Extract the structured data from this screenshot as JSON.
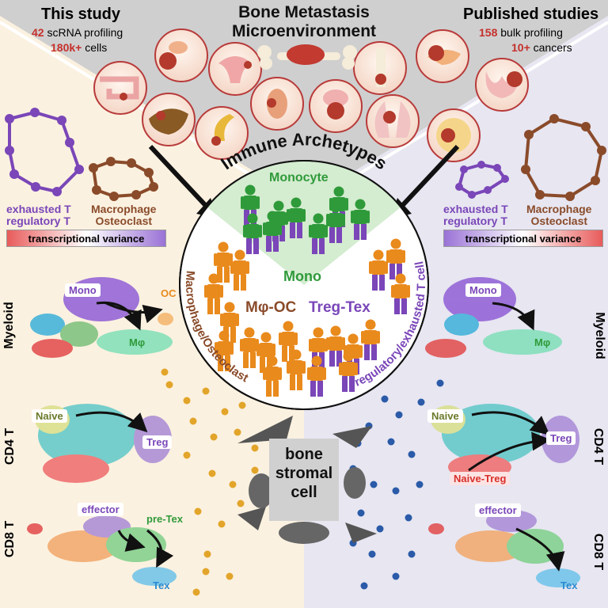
{
  "title_line1": "Bone Metastasis",
  "title_line2": "Microenvironment",
  "this_study": {
    "heading": "This study",
    "scrna_count": "42",
    "scrna_text": "scRNA profiling",
    "cells_count": "180k+",
    "cells_text": "cells"
  },
  "published": {
    "heading": "Published studies",
    "bulk_count": "158",
    "bulk_text": "bulk profiling",
    "cancers_count": "10+",
    "cancers_text": "cancers"
  },
  "archetypes": {
    "heading": "Immune Archetypes",
    "monocyte_label": "Monocyte",
    "mono_center": "Mono",
    "mphi_oc": "Mφ-OC",
    "treg_tex": "Treg-Tex",
    "arc_left": "Macrophage/Osteoclast",
    "arc_right": "regulatory/exhausted T cell"
  },
  "left_legend": {
    "t_line1": "exhausted T",
    "t_line2": "regulatory T",
    "m_line1": "Macrophage",
    "m_line2": "Osteoclast",
    "bar": "transcriptional variance"
  },
  "right_legend": {
    "t_line1": "exhausted T",
    "t_line2": "regulatory T",
    "m_line1": "Macrophage",
    "m_line2": "Osteoclast",
    "bar": "transcriptional variance"
  },
  "rows": {
    "myeloid": "Myeloid",
    "cd4": "CD4 T",
    "cd8": "CD8 T"
  },
  "left_umap": {
    "mono": "Mono",
    "oc": "OC",
    "mphi": "Mφ",
    "naive": "Naive",
    "treg": "Treg",
    "effector": "effector",
    "pretex": "pre-Tex",
    "tex": "Tex"
  },
  "right_umap": {
    "mono": "Mono",
    "mphi": "Mφ",
    "naive": "Naive",
    "treg": "Treg",
    "naive_treg": "Naive-Treg",
    "effector": "effector",
    "tex": "Tex"
  },
  "stromal": {
    "line1": "bone",
    "line2": "stromal",
    "line3": "cell"
  },
  "colors": {
    "purple": "#7a46b8",
    "brown": "#8a4b2a",
    "green": "#2f9a3a",
    "orange": "#e98a1c",
    "red": "#c5302b",
    "left_bg": "#fbf1e0",
    "right_bg": "#e7e6f1",
    "top_bg": "#cfcfcf"
  }
}
